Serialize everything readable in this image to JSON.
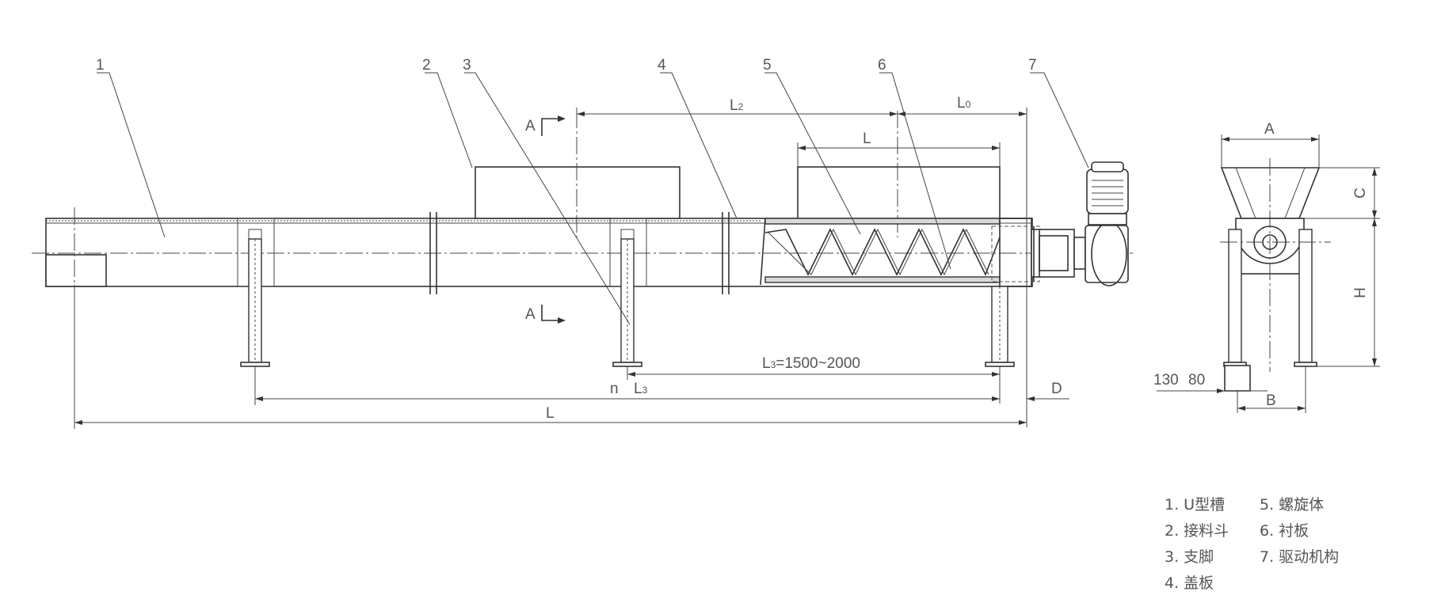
{
  "part_numbers": [
    "1",
    "2",
    "3",
    "4",
    "5",
    "6",
    "7"
  ],
  "section_mark": "A",
  "dims": {
    "L2": "L",
    "L2_sub": "2",
    "L0": "L",
    "L0_sub": "0",
    "L_hopper": "L",
    "L3_range": "L",
    "L3_range_sub": "3",
    "L3_range_value": "=1500~2000",
    "n": "n",
    "L3": "L",
    "L3_sub": "3",
    "D": "D",
    "L_total": "L",
    "A": "A",
    "C": "C",
    "H": "H",
    "B": "B",
    "d130": "130",
    "d80": "80"
  },
  "legend": [
    "1. U型槽",
    "2. 接料斗",
    "3. 支脚",
    "4. 盖板",
    "5. 螺旋体",
    "6. 衬板",
    "7. 驱动机构"
  ]
}
